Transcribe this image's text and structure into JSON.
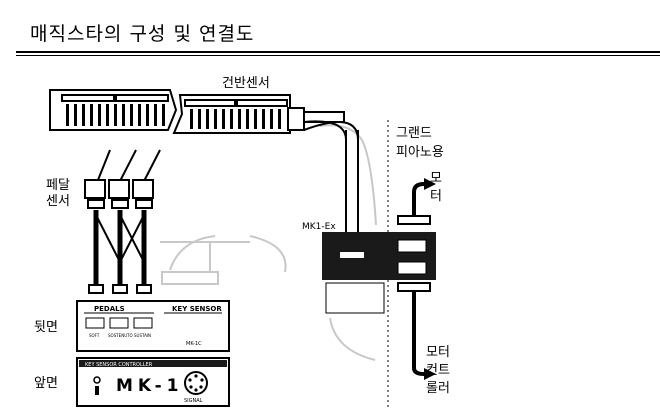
{
  "title": "매직스타의 구성 및 연결도",
  "labels": {
    "keyboard_sensor": "건반센서",
    "pedal_sensor": [
      "페달",
      "센서"
    ],
    "grand_piano": [
      "그랜드",
      "피아노용"
    ],
    "motor": [
      "모",
      "터"
    ],
    "mk1ex": "MK1-Ex",
    "motor_controller": [
      "모터",
      "컨트",
      "롤러"
    ],
    "back_side": "뒷면",
    "front_side": "앞면"
  },
  "back_panel": {
    "pedals": "PEDALS",
    "key_sensor": "KEY SENSOR",
    "soft": "SOFT",
    "sostenuto": "SOSTENUTO",
    "sustain": "SUSTAIN",
    "model": "MK-1C"
  },
  "front_panel": {
    "header": "KEY SENSOR CONTROLLER",
    "model": "MK-1",
    "signal": "SIGNAL"
  },
  "colors": {
    "line": "#000000",
    "faint": "#c8c8c8",
    "device": "#1a1a1a"
  }
}
